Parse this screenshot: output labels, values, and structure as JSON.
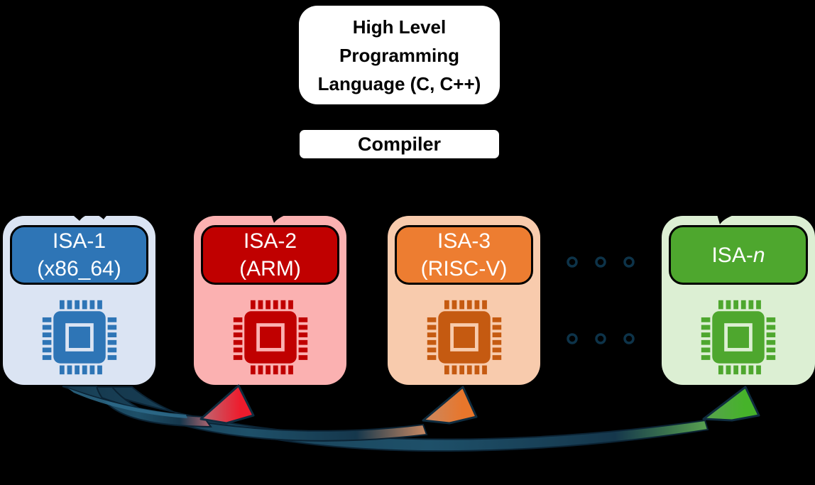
{
  "diagram": {
    "background_color": "#000000",
    "source_box": {
      "line1": "High Level",
      "line2": "Programming",
      "line3": "Language (C, C++)"
    },
    "compiler_box": {
      "label": "Compiler"
    },
    "isa_cards": [
      {
        "name": "ISA-1 (x86_64)",
        "title_prefix": "ISA-1",
        "title_italic": "",
        "subtitle": "(x86_64)",
        "bg_color": "#dbe4f3",
        "accent_color": "#2e75b6",
        "chip_color": "#2e75b6"
      },
      {
        "name": "ISA-2 (ARM)",
        "title_prefix": "ISA-2",
        "title_italic": "",
        "subtitle": "(ARM)",
        "bg_color": "#fbb1b1",
        "accent_color": "#c00000",
        "chip_color": "#c00000"
      },
      {
        "name": "ISA-3 (RISC-V)",
        "title_prefix": "ISA-3",
        "title_italic": "",
        "subtitle": "(RISC-V)",
        "bg_color": "#f8cbad",
        "accent_color": "#ed7d31",
        "chip_color": "#c55a11"
      },
      {
        "name": "ISA-n",
        "title_prefix": "ISA-",
        "title_italic": "n",
        "subtitle": "",
        "bg_color": "#dcefd3",
        "accent_color": "#4ea72e",
        "chip_color": "#4ea72e"
      }
    ],
    "ellipsis": {
      "color": "#0d3349",
      "rows": 2,
      "dots_per_row": 3
    },
    "arrows": {
      "body_dark": "#15374c",
      "body_mid": "#1e5069",
      "outline": "#0b2334",
      "head_outline": "#0f2c3f",
      "highlight": "#2e6c8c",
      "targets": [
        {
          "to": "ISA-2",
          "tip_color": "#ee1c2d",
          "muted_color": "#bd6a74"
        },
        {
          "to": "ISA-3",
          "tip_color": "#e8762b",
          "muted_color": "#c98963"
        },
        {
          "to": "ISA-n",
          "tip_color": "#46b32a",
          "muted_color": "#58a150"
        }
      ]
    }
  }
}
